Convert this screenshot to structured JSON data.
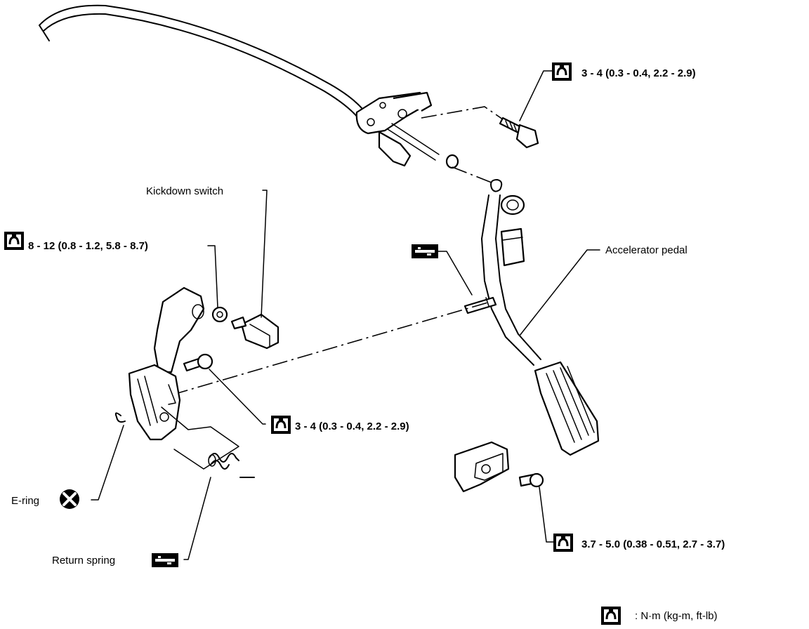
{
  "labels": {
    "torque_bolt_top": "3 - 4 (0.3 - 0.4, 2.2 - 2.9)",
    "kickdown_switch": "Kickdown switch",
    "torque_nut_left": "8 - 12 (0.8 - 1.2, 5.8 - 8.7)",
    "accelerator_pedal": "Accelerator pedal",
    "torque_bolt_mid": "3 - 4 (0.3 - 0.4, 2.2 - 2.9)",
    "e_ring": "E-ring",
    "return_spring": "Return spring",
    "torque_bolt_bottom": "3.7 - 5.0 (0.38 - 0.51, 2.7 - 3.7)",
    "legend_units": ": N·m (kg-m, ft-lb)"
  },
  "icons": {
    "torque": "torque-wrench-icon",
    "grease": "grease-icon",
    "do_not_reuse": "do-not-reuse-icon"
  },
  "colors": {
    "line": "#000000",
    "background": "#ffffff"
  }
}
